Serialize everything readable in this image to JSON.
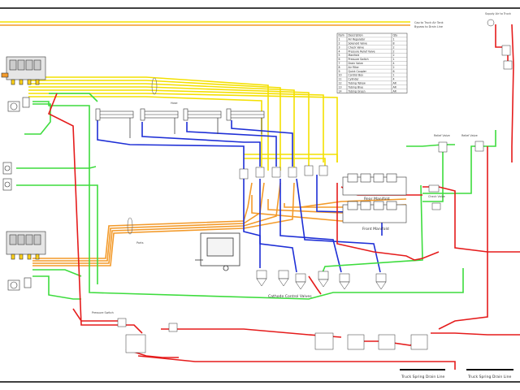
{
  "diagram": {
    "labels": {
      "top_yellow": "Cap to Truck Air Tank",
      "top_orange": "Bypass to Drain Line",
      "ports": "Ports",
      "rear_manifold": "Rear Manifold",
      "front_manifold": "Front Manifold",
      "control_valves": "Cathode Control Valves",
      "drain_1": "Truck Spring Drain Line",
      "drain_2": "Truck Spring Drain Line",
      "relief_left": "Relief Valve",
      "relief_right": "Relief Valve",
      "check_valve": "Check Valve",
      "pressure_sw": "Pressure Switch",
      "hose": "Hose",
      "top_right_note": "Supply Air to Truck"
    },
    "legend": {
      "headers": [
        "Item",
        "Description",
        "Qty"
      ],
      "rows": [
        [
          "1",
          "Air Regulator",
          "1"
        ],
        [
          "2",
          "Solenoid Valve",
          "8"
        ],
        [
          "3",
          "Check Valve",
          "2"
        ],
        [
          "4",
          "Pressure Relief Valve",
          "2"
        ],
        [
          "5",
          "Manifold",
          "2"
        ],
        [
          "6",
          "Pressure Switch",
          "1"
        ],
        [
          "7",
          "Drain Valve",
          "4"
        ],
        [
          "8",
          "Air Filter",
          "2"
        ],
        [
          "9",
          "Quick Coupler",
          "6"
        ],
        [
          "10",
          "Control Box",
          "1"
        ],
        [
          "11",
          "Cylinder",
          "4"
        ],
        [
          "12",
          "Tubing Yellow",
          "AR"
        ],
        [
          "13",
          "Tubing Blue",
          "AR"
        ],
        [
          "14",
          "Tubing Green",
          "AR"
        ]
      ]
    }
  }
}
